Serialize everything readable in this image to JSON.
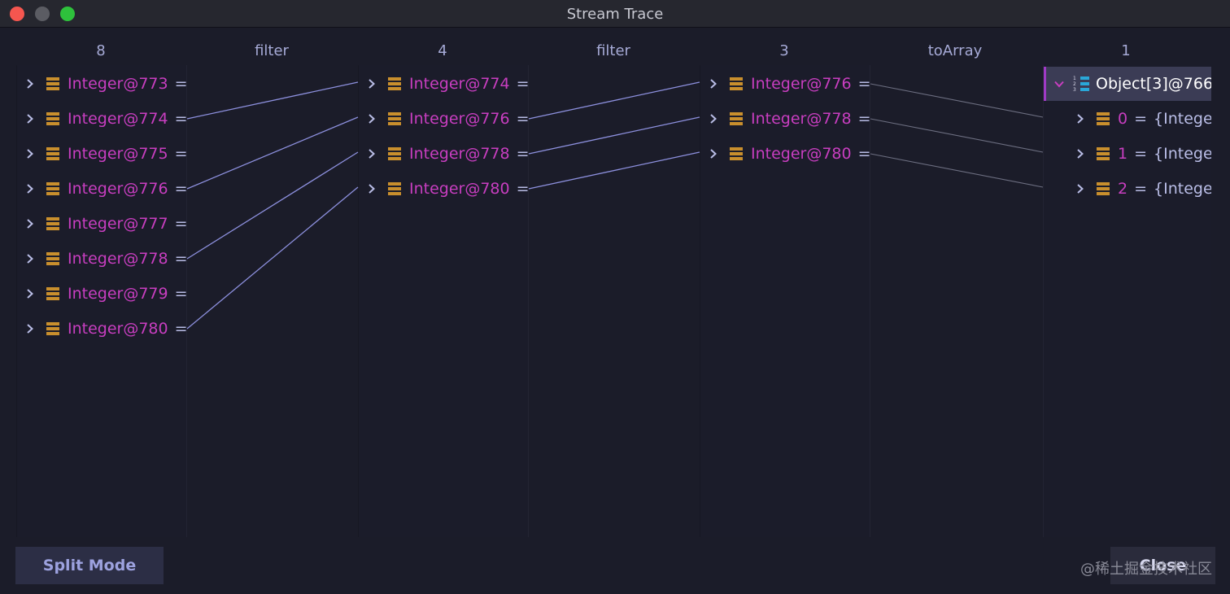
{
  "window": {
    "title": "Stream Trace"
  },
  "columns": [
    {
      "header": "8",
      "items": [
        "Integer@773",
        "Integer@774",
        "Integer@775",
        "Integer@776",
        "Integer@777",
        "Integer@778",
        "Integer@779",
        "Integer@780"
      ]
    },
    {
      "header": "filter"
    },
    {
      "header": "4",
      "items": [
        "Integer@774",
        "Integer@776",
        "Integer@778",
        "Integer@780"
      ]
    },
    {
      "header": "filter"
    },
    {
      "header": "3",
      "items": [
        "Integer@776",
        "Integer@778",
        "Integer@780"
      ]
    },
    {
      "header": "toArray"
    },
    {
      "header": "1"
    }
  ],
  "result": {
    "root": "Object[3]@766",
    "children": [
      {
        "index": "0",
        "value": "{Integer@"
      },
      {
        "index": "1",
        "value": "{Integer@"
      },
      {
        "index": "2",
        "value": "{Integer@"
      }
    ]
  },
  "eq_sign": "=",
  "eq_sign_short": " =",
  "buttons": {
    "split_mode": "Split Mode",
    "close": "Close"
  },
  "watermark": "@稀土掘金技术社区",
  "colors": {
    "accent": "#a03ac5",
    "value": "#c83ec0",
    "link_line": "#8d90de",
    "icon": "#c98f2d"
  },
  "icons": {
    "expand": "chevron-right-icon",
    "collapse": "chevron-down-icon",
    "field": "field-icon",
    "array": "array-icon"
  }
}
